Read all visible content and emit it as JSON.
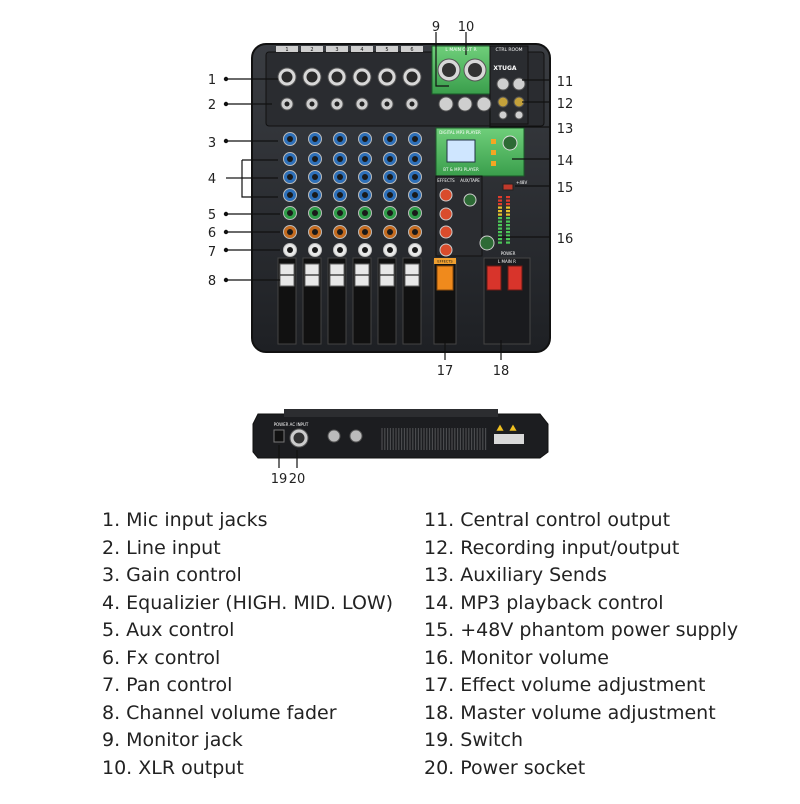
{
  "mixer": {
    "brand": "XTUGA",
    "main_out_label": "L  MAIN OUT  R",
    "ctrl_room_label": "CTRL ROOM",
    "player_label": "DIGITAL MP3 PLAYER",
    "player_title": "BT & MP3 PLAYER",
    "effects_label": "EFFECTS",
    "aux_label": "AUX/TAPE",
    "main_fader_label": "L  MAIN  R",
    "phantom_label": "+48V",
    "power_label": "POWER",
    "fader_label": "EFFECTS",
    "back_power_label": "POWER",
    "back_ac_label": "AC INPUT",
    "channel_numbers": [
      "1",
      "2",
      "3",
      "4",
      "5",
      "6"
    ]
  },
  "callouts": [
    "1",
    "2",
    "3",
    "4",
    "5",
    "6",
    "7",
    "8",
    "9",
    "10",
    "11",
    "12",
    "13",
    "14",
    "15",
    "16",
    "17",
    "18",
    "19",
    "20"
  ],
  "legend": {
    "left": [
      "1. Mic input jacks",
      "2. Line input",
      "3. Gain control",
      "4. Equalizier (HIGH. MID. LOW)",
      "5. Aux control",
      "6. Fx control",
      "7. Pan control",
      "8. Channel volume fader",
      "9. Monitor jack",
      "10. XLR output"
    ],
    "right": [
      "11. Central control output",
      "12. Recording input/output",
      "13. Auxiliary Sends",
      "14. MP3 playback control",
      "15. +48V phantom power supply",
      "16. Monitor volume",
      "17. Effect volume adjustment",
      "18. Master volume adjustment",
      "19. Switch",
      "20. Power socket"
    ]
  }
}
